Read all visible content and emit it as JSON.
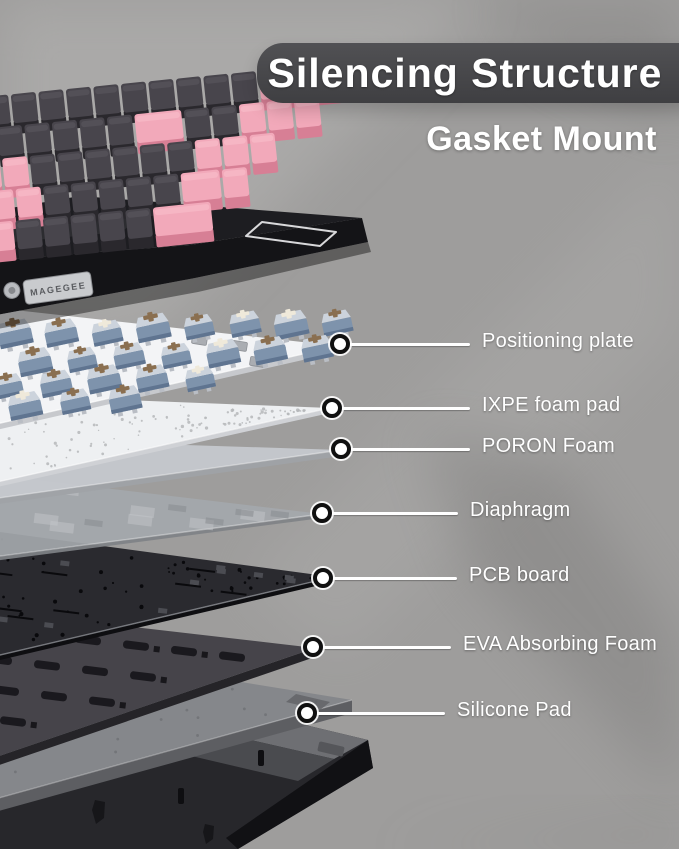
{
  "page_title": "Silencing Structure",
  "subtitle": "Gasket Mount",
  "brand_badge": "MAGEGEE",
  "callouts": [
    {
      "label": "Positioning plate"
    },
    {
      "label": "IXPE foam pad"
    },
    {
      "label": "PORON Foam"
    },
    {
      "label": "Diaphragm"
    },
    {
      "label": "PCB board"
    },
    {
      "label": "EVA Absorbing Foam"
    },
    {
      "label": "Silicone Pad"
    }
  ],
  "colors": {
    "bg": "#9e9d9c",
    "bg_light": "#b6b5b4",
    "bg_dark": "#7e7d7c",
    "title_bar": "#47474a",
    "title_text": "#ffffff",
    "label_text": "#ffffff",
    "callout_line": "#ffffff",
    "callout_dot_ring": "#101010",
    "keycap_pink": "#f2a9ba",
    "keycap_pink_side": "#d77f95",
    "keycap_dark": "#48454c",
    "keycap_dark_side": "#2a282d",
    "case_black": "#1d1d21",
    "badge_face": "#c9cbce",
    "badge_text": "#595b5f",
    "switch_body": "#7e93ac",
    "switch_top": "#ccd3dc",
    "stem_brown": "#8a6f50",
    "stem_cream": "#efe9da",
    "plate": "#f3f4f6",
    "ixpe": "#eef0f2",
    "poron": "#c5c8cd",
    "diaphragm": "#a4a8ad",
    "pcb": "#2a2a2f",
    "eva": "#46444a",
    "silicone": "#85878b",
    "bottom_case": "#27272b"
  }
}
